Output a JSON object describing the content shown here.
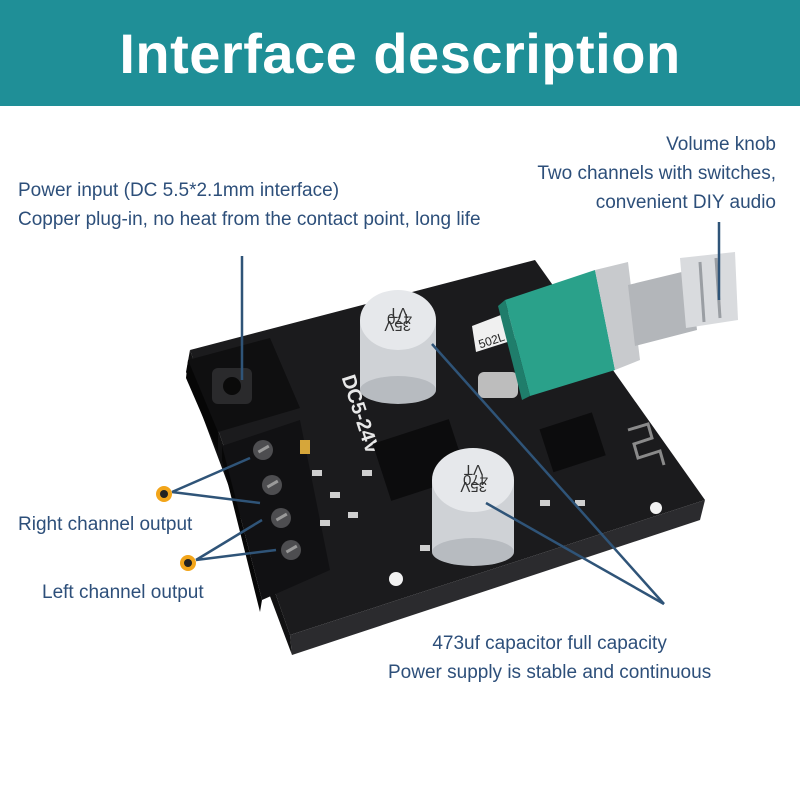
{
  "banner": {
    "title": "Interface description"
  },
  "labels": {
    "volume": {
      "line1": "Volume knob",
      "line2": "Two channels with switches,",
      "line3": "convenient DIY audio"
    },
    "power": {
      "line1": "Power input (DC 5.5*2.1mm interface)",
      "line2": "Copper plug-in, no heat from the contact point, long life"
    },
    "right_channel": "Right channel output",
    "left_channel": "Left channel output",
    "capacitor": {
      "line1": "473uf capacitor full capacity",
      "line2": "Power supply is stable and continuous"
    }
  },
  "board": {
    "silkscreen": "DC5-24V",
    "pot_code": "502L",
    "cap_text_1": "470",
    "cap_text_2": "35V",
    "cap_text_3": "VT"
  },
  "colors": {
    "banner": "#1f8f97",
    "label_text": "#2d4f7a",
    "pcb": "#1b1b1d",
    "knob_green": "#2aa18a",
    "callout_line": "#2f5478"
  }
}
